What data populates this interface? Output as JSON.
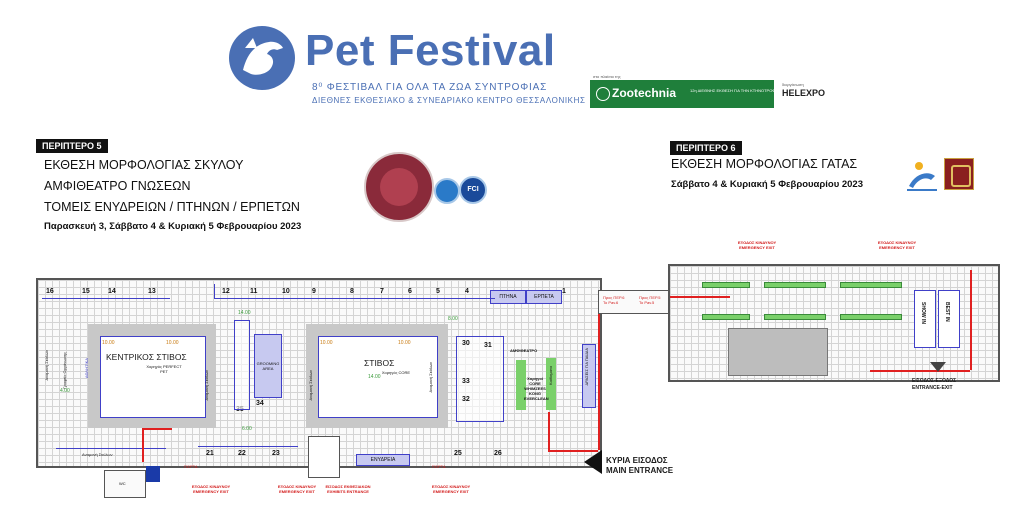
{
  "header": {
    "title": "Pet Festival",
    "subtitle": "8⁰ ΦΕΣΤΙΒΑΛ ΓΙΑ ΟΛΑ ΤΑ ΖΩΑ ΣΥΝΤΡΟΦΙΑΣ",
    "venue": "ΔΙΕΘΝΕΣ ΕΚΘΕΣΙΑΚΟ & ΣΥΝΕΔΡΙΑΚΟ ΚΕΝΤΡΟ ΘΕΣΣΑΛΟΝΙΚΗΣ",
    "partner_label": "στο πλαίσιο της",
    "partner_name": "Zootechnia",
    "partner_desc": "12η ΔΙΕΘΝΗΣ ΕΚΘΕΣΗ ΓΙΑ ΤΗΝ ΚΤΗΝΟΤΡΟΦΙΑ & ΠΤΗΝΟΤΡΟΦΙΑ",
    "organizer_label": "διοργάνωση",
    "organizer": "HELEXPO"
  },
  "pavilion5": {
    "tag": "ΠΕΡΙΠΤΕΡΟ 5",
    "lines": [
      "ΕΚΘΕΣΗ ΜΟΡΦΟΛΟΓΙΑΣ ΣΚΥΛΟΥ",
      "ΑΜΦΙΘΕΑΤΡΟ ΓΝΩΣΕΩΝ",
      "ΤΟΜΕΙΣ ΕΝΥΔΡΕΙΩΝ / ΠΤΗΝΩΝ / ΕΡΠΕΤΩΝ"
    ],
    "dates": "Παρασκευή 3, Σάββατο 4 & Κυριακή 5 Φεβρουαρίου 2023",
    "badges": [
      "FCI"
    ]
  },
  "pavilion6": {
    "tag": "ΠΕΡΙΠΤΕΡΟ 6",
    "line": "ΕΚΘΕΣΗ ΜΟΡΦΟΛΟΓΙΑΣ ΓΑΤΑΣ",
    "dates": "Σάββατο 4 & Κυριακή 5 Φεβρουαρίου 2023"
  },
  "plan5": {
    "top_numbers": [
      "16",
      "15",
      "14",
      "13",
      "12",
      "11",
      "10",
      "9",
      "8",
      "7",
      "6",
      "5",
      "4",
      "1"
    ],
    "top_labels": [
      "ΠΤΗΝΑ",
      "ΕΡΠΕΤΑ"
    ],
    "ring1_title": "ΚΕΝΤΡΙΚΟΣ ΣΤΙΒΟΣ",
    "ring1_sponsor": "Χορηγός PERFECT PET",
    "ring2_title": "ΣΤΙΒΟΣ",
    "ring2_sponsor": "Χορηγός CORE",
    "ring_dims": [
      "10.00",
      "10.00",
      "10.00",
      "10.00",
      "14.00",
      "14.00"
    ],
    "grooming": "GROOMING AREA",
    "side_labels": [
      "Αναμονή Σκύλων",
      "Αναμονή Σκύλων",
      "Αναμονή Σκύλων",
      "Αναμονή Σκύλων",
      "Γραφείο Οργάνωσης",
      "Αναμονή Σκύλων",
      "Αναμονή Σκύλων"
    ],
    "stand_numbers": [
      "34",
      "35",
      "30",
      "31",
      "33",
      "32",
      "21",
      "22",
      "23",
      "25",
      "26"
    ],
    "amfitheatro": "ΑΜΦΙΘΕΑΤΡΟ",
    "sponsors_block": "Χορηγοί CORE WHIMZEES KONG EVERCLEAN",
    "enydreia": "ΕΝΥΔΡΕΙΑ",
    "nearby_labels": [
      "ΑΘΛΗΤΙΚΑ",
      "Καθίσματα",
      "ΔΡΑΣΕΙΣ ΓΙΑ ΠΑΙΔΙΑ"
    ],
    "dim_labels": [
      "4.00",
      "6.00",
      "8.00",
      "8.00",
      "6.00"
    ],
    "exits": [
      "ΕΞΟΔΟΣ ΚΙΝΔΥΝΟΥ EMERGENCY EXIT",
      "ΕΞΟΔΟΣ ΚΙΝΔΥΝΟΥ EMERGENCY EXIT",
      "ΕΙΣΟΔΟΣ ΕΚΘΕΣΙΑΚΩΝ EXHIBITS ENTRANCE",
      "ΕΞΟΔΟΣ ΚΙΝΔΥΝΟΥ EMERGENCY EXIT"
    ],
    "porta": "ΠΟΡΤΑ",
    "wc": "WC",
    "main_entrance_gr": "ΚΥΡΙΑ ΕΙΣΟΔΟΣ",
    "main_entrance_en": "MAIN ENTRANCE",
    "corridor_labels": [
      "Προς ΠΕΡ.6 To Pav.6",
      "Προς ΠΕΡ.5 To Pav.5"
    ]
  },
  "plan6": {
    "exits": [
      "ΕΞΟΔΟΣ ΚΙΝΔΥΝΟΥ EMERGENCY EXIT",
      "ΕΞΟΔΟΣ ΚΙΝΔΥΝΟΥ EMERGENCY EXIT"
    ],
    "entrance": "ΕΙΣΟΔΟΣ-ΕΞΟΔΟΣ",
    "entrance_en": "ENTRANCE-EXIT",
    "show_in": "SHOW IN",
    "best_in": "BEST IN"
  },
  "colors": {
    "brand_blue": "#4a6fb4",
    "zootechnia_green": "#1f7f3b",
    "route_red": "#e02020",
    "stand_blue": "#4040c8",
    "grid_gray": "#d4d4d4"
  }
}
